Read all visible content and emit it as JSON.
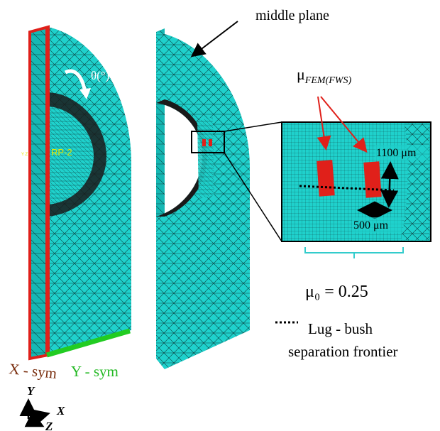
{
  "labels": {
    "middle_plane": "middle plane",
    "theta": "θ(°)",
    "rp": "RP-2",
    "mu_fem": "μ",
    "mu_fem_sub": "FEM(FWS)",
    "dim_1100": "1100 μm",
    "dim_500": "500 μm",
    "mu0": "μ₀ = 0.25",
    "legend_line1": "Lug - bush",
    "legend_line2": "separation frontier",
    "x_sym": "X - sym",
    "y_sym": "Y - sym",
    "axis_y": "Y",
    "axis_x": "X",
    "axis_z": "Z",
    "tiny_axis": "Y Z"
  },
  "colors": {
    "mesh": "#1fd1cc",
    "mesh_line": "#0b3d3d",
    "hole": "#1a1a1a",
    "red_edge": "#e0201a",
    "green_edge": "#22cc22",
    "xsym_text": "#7a2e0e",
    "ysym_text": "#22b822",
    "rp_text": "#e6e600",
    "bracket": "#33cccc"
  }
}
